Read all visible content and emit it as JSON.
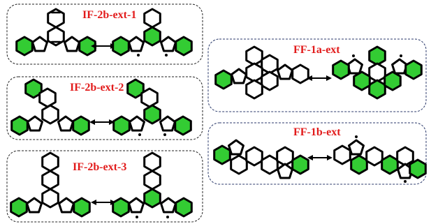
{
  "panels": [
    {
      "id": "if2b1",
      "label": "IF-2b-ext-1"
    },
    {
      "id": "if2b2",
      "label": "IF-2b-ext-2"
    },
    {
      "id": "if2b3",
      "label": "IF-2b-ext-3"
    },
    {
      "id": "ff1a",
      "label": "FF-1a-ext"
    },
    {
      "id": "ff1b",
      "label": "FF-1b-ext"
    }
  ],
  "colors": {
    "label": "#e21b1b",
    "aromatic_ring": "#33cc33",
    "bond": "#000000",
    "panel_border_left": "#222222",
    "panel_border_right": "#2b3a6b"
  },
  "resonance_symbol": "double-headed-arrow"
}
